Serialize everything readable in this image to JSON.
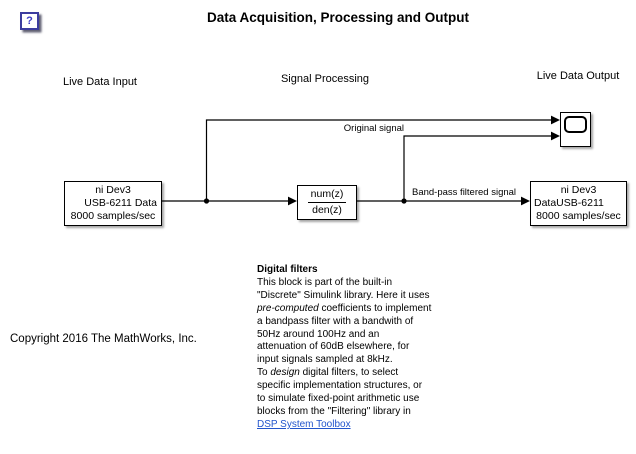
{
  "header": {
    "help_label": "?",
    "title": "Data Acquisition, Processing and Output"
  },
  "section_labels": {
    "input": "Live Data Input",
    "processing": "Signal Processing",
    "output": "Live Data Output"
  },
  "blocks": {
    "daq_input": {
      "line1": "ni Dev3",
      "line2": "USB-6211 Data",
      "line3": "8000 samples/sec"
    },
    "digital_filter": {
      "numerator": "num(z)",
      "denominator": "den(z)"
    },
    "daq_output": {
      "line1": "ni Dev3",
      "line2": "DataUSB-6211",
      "line3": "8000 samples/sec"
    },
    "scope": {
      "icon": "scope-screen"
    }
  },
  "signal_labels": {
    "original": "Original signal",
    "bandpass": "Band-pass filtered signal"
  },
  "annotation": {
    "title": "Digital filters",
    "line1": "This block is part of the built-in",
    "line2": "\"Discrete\" Simulink library. Here it uses",
    "line3_italic": "pre-computed",
    "line3_rest": " coefficients to implement",
    "line4": "a bandpass filter with a bandwith of",
    "line5": "50Hz around 100Hz and an",
    "line6": "attenuation of 60dB elsewhere, for",
    "line7": "input signals sampled at 8kHz.",
    "line8_pre": "To ",
    "line8_italic": "design",
    "line8_rest": " digital filters, to select",
    "line9": "specific implementation structures, or",
    "line10": "to simulate fixed-point arithmetic use",
    "line11": "blocks from the \"Filtering\" library in",
    "link": "DSP System Toolbox"
  },
  "footer": {
    "copyright": "Copyright 2016 The MathWorks, Inc."
  },
  "colors": {
    "link_blue": "#2255cc",
    "help_blue": "#3b3bc4",
    "wire": "#000000",
    "block_border": "#000000",
    "background": "#ffffff"
  }
}
